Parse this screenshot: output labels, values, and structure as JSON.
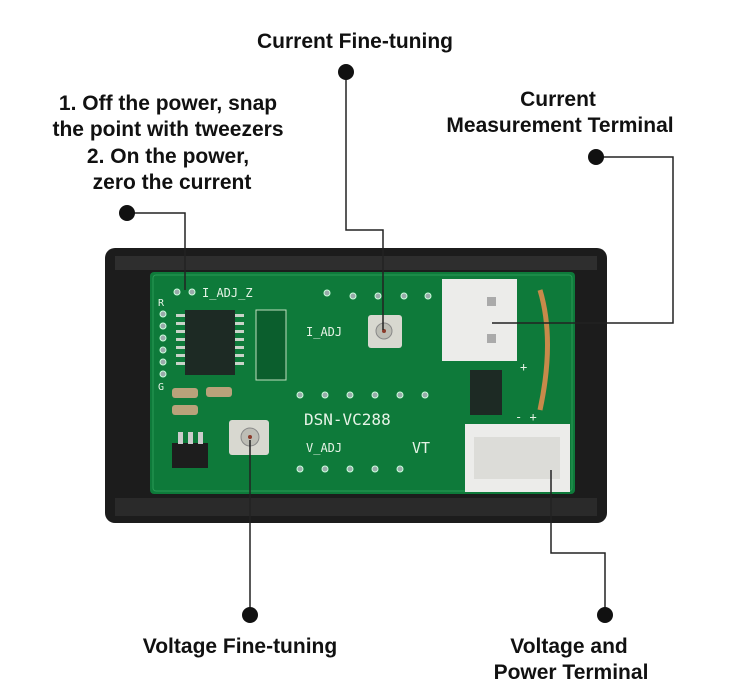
{
  "callouts": {
    "current_fine_tuning": "Current Fine-tuning",
    "current_terminal": [
      "Current",
      "Measurement Terminal"
    ],
    "instructions": [
      "1. Off the power, snap",
      "the point with tweezers",
      "2. On the power,",
      "zero the current"
    ],
    "voltage_fine_tuning": "Voltage Fine-tuning",
    "voltage_terminal": [
      "Voltage and",
      "Power Terminal"
    ]
  },
  "board": {
    "model": "DSN-VC288",
    "i_adj_z": "I_ADJ_Z",
    "i_adj": "I_ADJ",
    "v_adj": "V_ADJ",
    "vt": "VT",
    "plus": "+",
    "minus": "- +",
    "r": "R",
    "g": "G"
  },
  "colors": {
    "pcb": "#0e7a3a",
    "case": "#1c1c1c",
    "line": "#222222"
  }
}
